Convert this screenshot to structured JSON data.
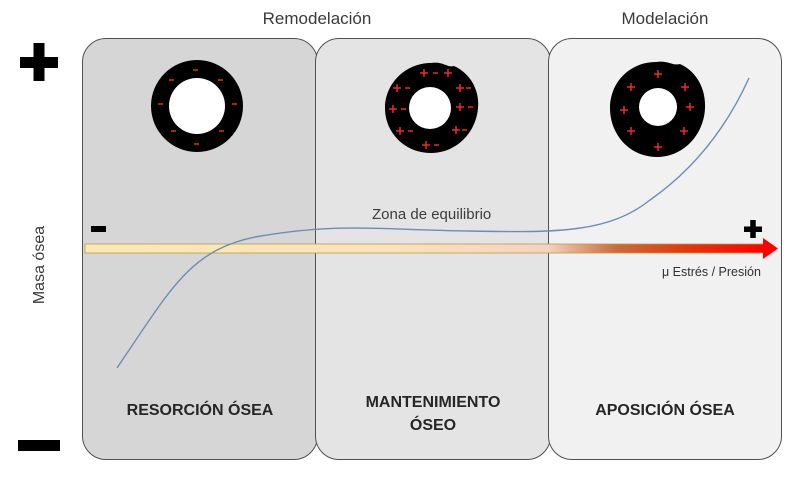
{
  "headers": {
    "remodel": "Remodelación",
    "model": "Modelación"
  },
  "y_axis": {
    "label": "Masa ósea",
    "top_sign": "+",
    "bottom_sign": "−"
  },
  "panels": [
    {
      "title_line1": "RESORCIÓN ÓSEA",
      "title_line2": "",
      "fill": "#d6d6d6"
    },
    {
      "title_line1": "MANTENIMIENTO",
      "title_line2": "ÓSEO",
      "fill": "#e4e4e4"
    },
    {
      "title_line1": "APOSICIÓN ÓSEA",
      "title_line2": "",
      "fill": "#f1f1f1"
    }
  ],
  "curve_label": "Zona de equilibrio",
  "arrow": {
    "minus": "−",
    "plus": "+",
    "label": "μ Estrés / Presión",
    "color_start": "#fbe9b0",
    "color_end": "#e00000"
  },
  "bones": [
    {
      "signs": "minus only"
    },
    {
      "signs": "plus and minus"
    },
    {
      "signs": "plus only"
    }
  ],
  "colors": {
    "curve": "#6b8db5",
    "bone": "#000000",
    "sign": "#ff2a2a"
  }
}
